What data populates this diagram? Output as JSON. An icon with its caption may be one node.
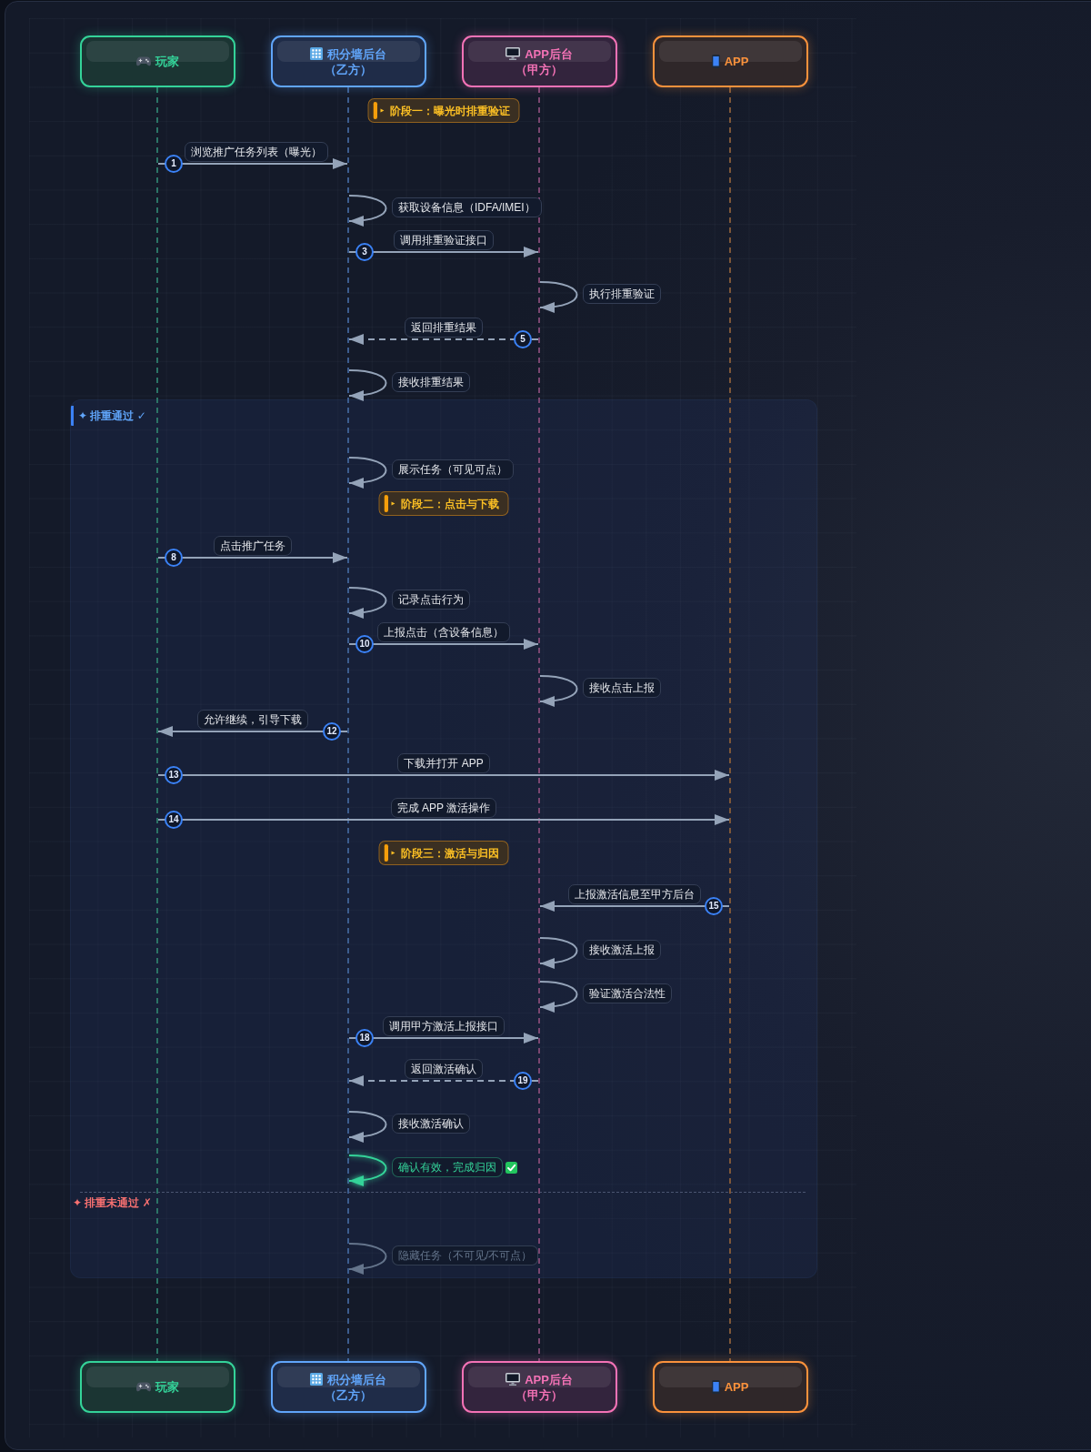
{
  "diagram": {
    "nodes": [
      {
        "text": [
          "玩家"
        ]
      },
      {
        "text": [
          "积分墙后台",
          "（乙方）"
        ]
      },
      {
        "text": [
          "APP后台",
          "（甲方）"
        ]
      },
      {
        "text": [
          "APP"
        ]
      },
      {
        "text": [],
        "shape": "line"
      },
      {
        "text": [],
        "shape": "line"
      },
      {
        "text": [],
        "shape": "line"
      },
      {
        "text": [],
        "shape": "line"
      },
      {
        "text": [
          "阶段一：曝光时排重验证"
        ]
      },
      {
        "text": [
          "✦ 排重通过 ✓",
          "✦ 排重未通过 ✗"
        ]
      },
      {
        "text": [
          "阶段二：点击与下载"
        ],
        "in": 9
      },
      {
        "text": [
          "阶段三：激活与归因"
        ],
        "in": 9
      },
      {
        "text": [
          "玩家"
        ]
      },
      {
        "text": [
          "积分墙后台",
          "（乙方）"
        ]
      },
      {
        "text": [
          "APP后台",
          "（甲方）"
        ]
      },
      {
        "text": [
          "APP"
        ]
      }
    ],
    "edges": [
      {
        "from": 4,
        "to": 5,
        "label": "浏览推广任务列表（曝光）",
        "arrow": "to"
      },
      {
        "from": 5,
        "to": 5,
        "label": "获取设备信息（IDFA/IMEI）",
        "arrow": "to"
      },
      {
        "from": 5,
        "to": 6,
        "label": "调用排重验证接口",
        "arrow": "to"
      },
      {
        "from": 6,
        "to": 6,
        "label": "执行排重验证",
        "arrow": "to"
      },
      {
        "from": 6,
        "to": 5,
        "label": "返回排重结果",
        "arrow": "to",
        "style": "dashed"
      },
      {
        "from": 5,
        "to": 5,
        "label": "接收排重结果",
        "arrow": "to"
      },
      {
        "from": 5,
        "to": 5,
        "label": "展示任务（可见可点）",
        "arrow": "to"
      },
      {
        "from": 4,
        "to": 5,
        "label": "点击推广任务",
        "arrow": "to"
      },
      {
        "from": 5,
        "to": 5,
        "label": "记录点击行为",
        "arrow": "to"
      },
      {
        "from": 5,
        "to": 6,
        "label": "上报点击（含设备信息）",
        "arrow": "to"
      },
      {
        "from": 6,
        "to": 6,
        "label": "接收点击上报",
        "arrow": "to"
      },
      {
        "from": 5,
        "to": 4,
        "label": "允许继续，引导下载",
        "arrow": "to"
      },
      {
        "from": 4,
        "to": 7,
        "label": "下载并打开 APP",
        "arrow": "to"
      },
      {
        "from": 4,
        "to": 7,
        "label": "完成 APP 激活操作",
        "arrow": "to"
      },
      {
        "from": 7,
        "to": 6,
        "label": "上报激活信息至甲方后台",
        "arrow": "to"
      },
      {
        "from": 6,
        "to": 6,
        "label": "接收激活上报",
        "arrow": "to"
      },
      {
        "from": 6,
        "to": 6,
        "label": "验证激活合法性",
        "arrow": "to"
      },
      {
        "from": 5,
        "to": 6,
        "label": "调用甲方激活上报接口",
        "arrow": "to"
      },
      {
        "from": 6,
        "to": 5,
        "label": "返回激活确认",
        "arrow": "to",
        "style": "dashed"
      },
      {
        "from": 5,
        "to": 5,
        "label": "接收激活确认",
        "arrow": "to"
      },
      {
        "from": 5,
        "to": 5,
        "label": "确认有效，完成归因",
        "arrow": "to",
        "color": "#34d399"
      },
      {
        "from": 5,
        "to": 5,
        "label": "隐藏任务（不可见/不可点）",
        "arrow": "to",
        "color": "#64748b"
      }
    ],
    "labels": [
      "1",
      "3",
      "5",
      "8",
      "10",
      "12",
      "13",
      "14",
      "15",
      "18",
      "19"
    ]
  }
}
